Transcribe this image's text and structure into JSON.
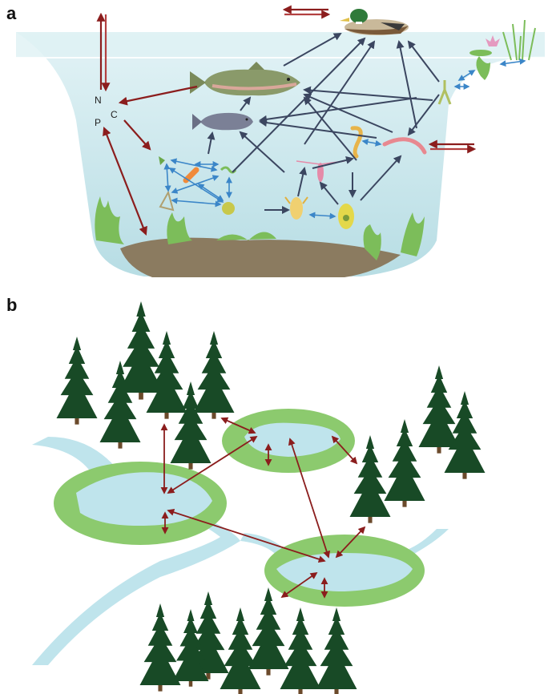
{
  "panels": [
    {
      "label": "a"
    },
    {
      "label": "b"
    }
  ],
  "nutrients": [
    "N",
    "C",
    "P"
  ],
  "colors": {
    "water": "#cfe9ee",
    "water_deep": "#b7dde4",
    "sediment": "#8b7b60",
    "macrophyte": "#7cbd5a",
    "pond_rim": "#8cca6e",
    "pond_water": "#bfe4ec",
    "stream": "#bfe4ec",
    "tree": "#184a26",
    "trunk": "#6b4a2b",
    "arrow_red": "#8b1d1d",
    "arrow_blue": "#3b86c8",
    "arrow_dark": "#3b4660"
  },
  "icons": [
    "duck-icon",
    "trout-icon",
    "minnow-icon",
    "water-lily-icon",
    "reed-icon",
    "insect-larva-icon",
    "worm-icon",
    "copepod-icon",
    "rotifer-icon",
    "daphnia-icon",
    "algae-icon",
    "diatom-icon",
    "tree-icon"
  ]
}
